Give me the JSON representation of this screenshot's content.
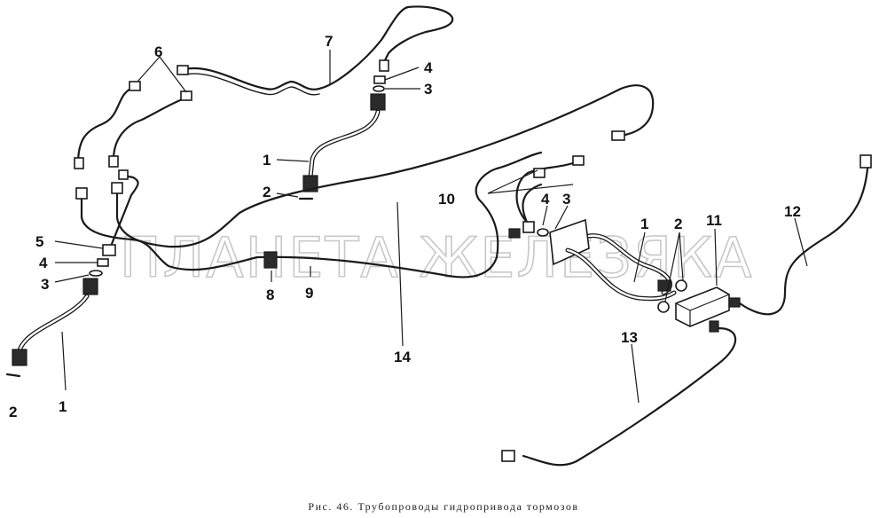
{
  "labels": {
    "n1": "1",
    "n2": "2",
    "n3": "3",
    "n4": "4",
    "n5": "5",
    "n6": "6",
    "n7": "7",
    "n8": "8",
    "n9": "9",
    "n10": "10",
    "n11": "11",
    "n12": "12",
    "n13": "13",
    "n14": "14"
  },
  "watermark": "ПЛАНЕТА ЖЕЛЕЗЯКА",
  "caption": "Рис. 46. Трубопроводы гидропривода тормозов"
}
